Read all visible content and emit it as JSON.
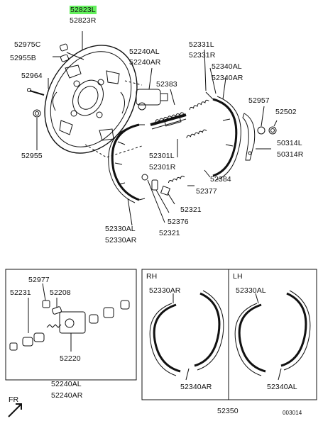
{
  "labels": {
    "p52823L": "52823L",
    "p52823R": "52823R",
    "p52975C": "52975C",
    "p52955B": "52955B",
    "p52964": "52964",
    "p52955": "52955",
    "p52240AL_top": "52240AL",
    "p52240AR_top": "52240AR",
    "p52383": "52383",
    "p52331L": "52331L",
    "p52331R": "52331R",
    "p52340AL_top": "52340AL",
    "p52340AR_top": "52340AR",
    "p52957": "52957",
    "p52502": "52502",
    "p50314L": "50314L",
    "p50314R": "50314R",
    "p52301L": "52301L",
    "p52301R": "52301R",
    "p52384": "52384",
    "p52377": "52377",
    "p52321a": "52321",
    "p52376": "52376",
    "p52321b": "52321",
    "p52330AL_main": "52330AL",
    "p52330AR_main": "52330AR",
    "p52977": "52977",
    "p52231": "52231",
    "p52208": "52208",
    "p52220": "52220",
    "p52240AL_bot": "52240AL",
    "p52240AR_bot": "52240AR",
    "rh": "RH",
    "lh": "LH",
    "p52330AR_rh": "52330AR",
    "p52340AR_rh": "52340AR",
    "p52330AL_lh": "52330AL",
    "p52340AL_lh": "52340AL",
    "p52350": "52350",
    "fr": "FR",
    "code": "003014"
  },
  "colors": {
    "highlight": "#63f05c",
    "ink": "#111111"
  }
}
